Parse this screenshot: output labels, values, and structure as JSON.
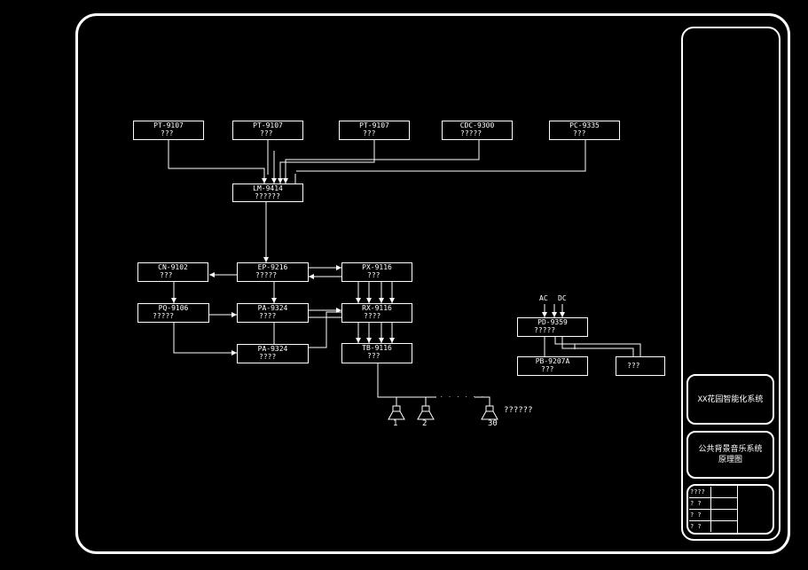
{
  "blocks": {
    "pt1": {
      "model": "PT-9107",
      "desc": "???"
    },
    "pt2": {
      "model": "PT-9107",
      "desc": "???"
    },
    "pt3": {
      "model": "PT-9107",
      "desc": "???"
    },
    "cdc": {
      "model": "CDC-9300",
      "desc": "?????"
    },
    "pc": {
      "model": "PC-9335",
      "desc": "???"
    },
    "lm": {
      "model": "LM-9414",
      "desc": "??????"
    },
    "cn": {
      "model": "CN-9102",
      "desc": "???"
    },
    "ep": {
      "model": "EP-9216",
      "desc": "?????"
    },
    "px": {
      "model": "PX-9116",
      "desc": "???"
    },
    "pq": {
      "model": "PQ-9106",
      "desc": "?????"
    },
    "pa1": {
      "model": "PA-9324",
      "desc": "????"
    },
    "rx": {
      "model": "RX-9116",
      "desc": "????"
    },
    "pa2": {
      "model": "PA-9324",
      "desc": "????"
    },
    "tb": {
      "model": "TB-9116",
      "desc": "???"
    },
    "pd": {
      "model": "PD-9359",
      "desc": "?????"
    },
    "pb": {
      "model": "PB-9207A",
      "desc": "???"
    },
    "unk": {
      "model": "???",
      "desc": ""
    }
  },
  "power": {
    "ac": "AC",
    "dc": "DC"
  },
  "speakers": {
    "n1": "1",
    "n2": "2",
    "n30": "30",
    "dots": ". . . . . .",
    "label": "??????"
  },
  "title_block": {
    "project": "XX花园智能化系统",
    "drawing_line1": "公共背景音乐系统",
    "drawing_line2": "原理图",
    "rows": [
      {
        "c1": "????",
        "c2": ""
      },
      {
        "c1": "?  ?",
        "c2": ""
      },
      {
        "c1": "?  ?",
        "c2": ""
      },
      {
        "c1": "?  ?",
        "c2": ""
      }
    ]
  }
}
